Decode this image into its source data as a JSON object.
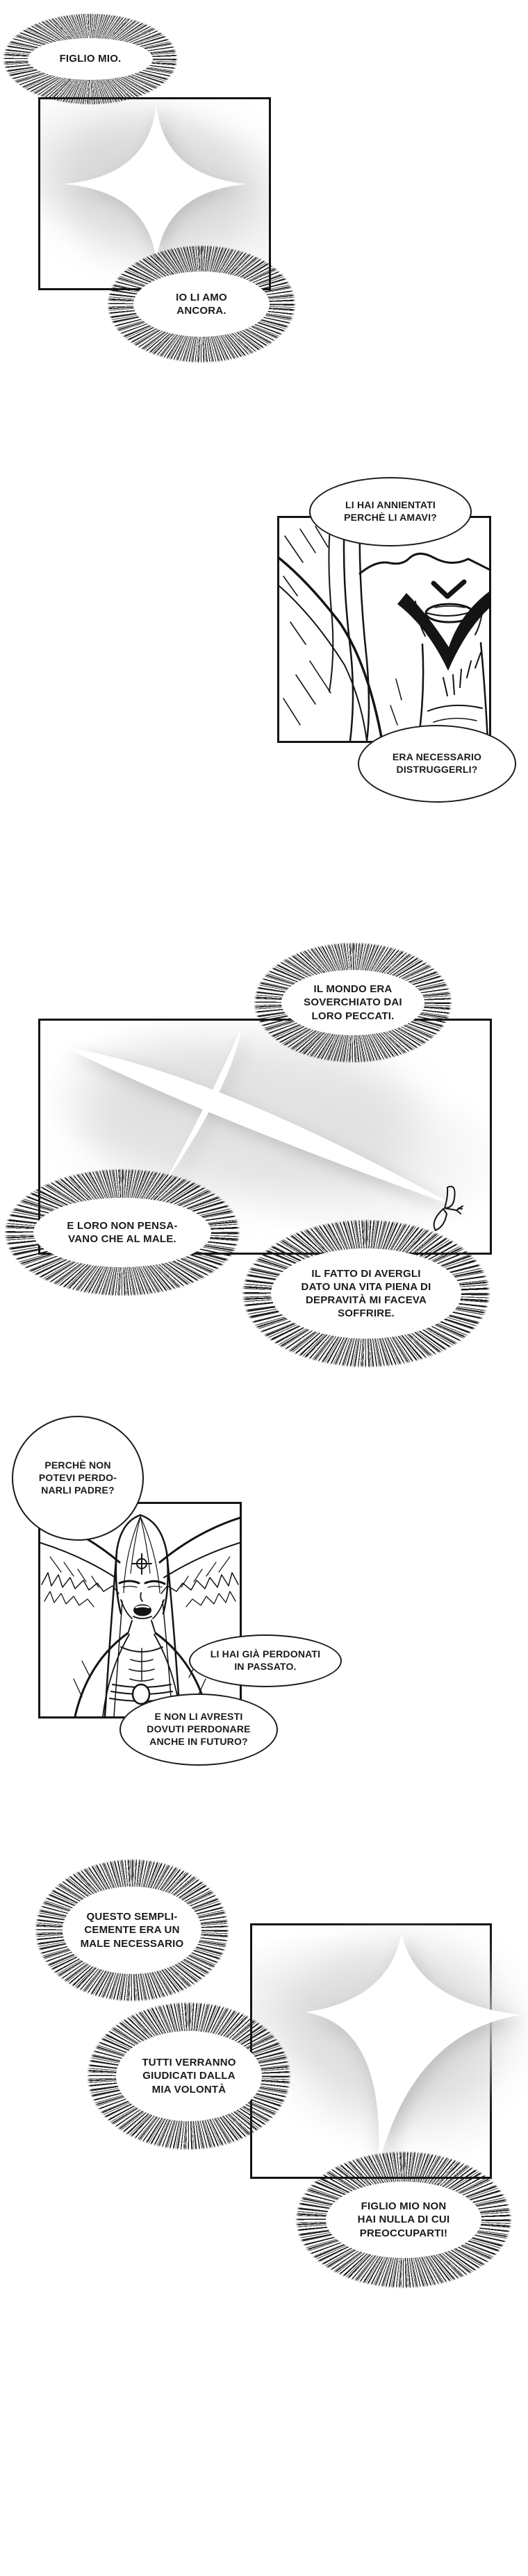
{
  "page": {
    "kind": "manga-webtoon-page",
    "language": "it",
    "bg_color": "#ffffff",
    "ink_color": "#141414",
    "shadow_color": "#c9c9c9"
  },
  "figures": {
    "cross1": "glowing four-pointed cross",
    "cross_x": "large diagonal four-pointed cross",
    "cross5": "large glowing four-pointed cross",
    "dove": "small flying dove",
    "face": "close-up of deity face from below with neck shadow",
    "angel": "winged long-haired angel with cross mark on forehead"
  },
  "dialogue": [
    {
      "id": "b1",
      "style": "burst",
      "text": "FIGLIO MIO."
    },
    {
      "id": "b2",
      "style": "burst",
      "text": "IO LI AMO\nANCORA."
    },
    {
      "id": "b3",
      "style": "oval",
      "text": "LI HAI ANNIENTATI\nPERCHÈ LI AMAVI?"
    },
    {
      "id": "b4",
      "style": "oval",
      "text": "ERA NECESSARIO\nDISTRUGGERLI?"
    },
    {
      "id": "b5",
      "style": "burst",
      "text": "IL MONDO ERA\nSOVERCHIATO DAI\nLORO PECCATI."
    },
    {
      "id": "b6",
      "style": "burst",
      "text": "E LORO NON PENSA-\nVANO CHE AL MALE."
    },
    {
      "id": "b7",
      "style": "burst",
      "text": "IL FATTO DI AVERGLI\nDATO UNA VITA PIENA DI\nDEPRAVITÀ MI FACEVA\nSOFFRIRE."
    },
    {
      "id": "b8",
      "style": "oval",
      "text": "PERCHÈ NON\nPOTEVI PERDO-\nNARLI PADRE?"
    },
    {
      "id": "b9",
      "style": "oval",
      "text": "LI HAI GIÀ PERDONATI\nIN PASSATO."
    },
    {
      "id": "b10",
      "style": "oval",
      "text": "E NON LI AVRESTI\nDOVUTI PERDONARE\nANCHE IN FUTURO?"
    },
    {
      "id": "b11",
      "style": "burst",
      "text": "QUESTO SEMPLI-\nCEMENTE ERA UN\nMALE NECESSARIO"
    },
    {
      "id": "b12",
      "style": "burst",
      "text": "TUTTI VERRANNO\nGIUDICATI DALLA\nMIA VOLONTÀ"
    },
    {
      "id": "b13",
      "style": "burst",
      "text": "FIGLIO MIO NON\nHAI NULLA DI CUI\nPREOCCUPARTI!"
    }
  ]
}
